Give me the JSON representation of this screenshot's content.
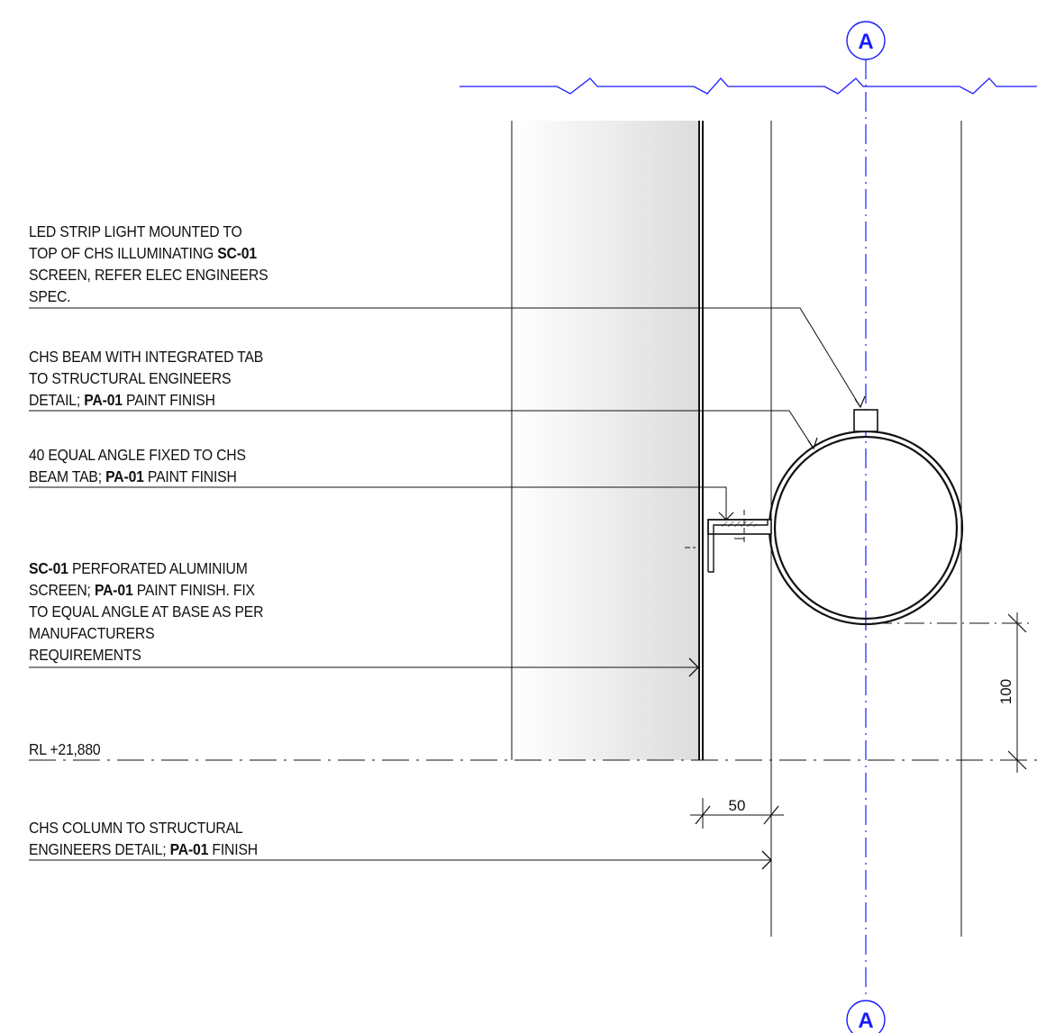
{
  "colors": {
    "grid_line": "#1a1aff",
    "ink": "#111111",
    "screen_shade": "#e4e4e4"
  },
  "grid": {
    "top_label": "A",
    "bottom_label": "A"
  },
  "notes": [
    {
      "id": "led-strip",
      "lines": [
        [
          {
            "t": "LED STRIP LIGHT MOUNTED TO"
          }
        ],
        [
          {
            "t": "TOP OF CHS ILLUMINATING "
          },
          {
            "t": "SC-01",
            "b": true
          }
        ],
        [
          {
            "t": "SCREEN, REFER ELEC ENGINEERS"
          }
        ],
        [
          {
            "t": "SPEC."
          }
        ]
      ]
    },
    {
      "id": "chs-beam",
      "lines": [
        [
          {
            "t": "CHS BEAM WITH INTEGRATED TAB"
          }
        ],
        [
          {
            "t": "TO STRUCTURAL ENGINEERS"
          }
        ],
        [
          {
            "t": "DETAIL; "
          },
          {
            "t": "PA-01",
            "b": true
          },
          {
            "t": " PAINT FINISH"
          }
        ]
      ]
    },
    {
      "id": "equal-angle",
      "lines": [
        [
          {
            "t": "40 EQUAL ANGLE FIXED TO CHS"
          }
        ],
        [
          {
            "t": "BEAM TAB; "
          },
          {
            "t": "PA-01",
            "b": true
          },
          {
            "t": " PAINT FINISH"
          }
        ]
      ]
    },
    {
      "id": "perforated-screen",
      "lines": [
        [
          {
            "t": "SC-01",
            "b": true
          },
          {
            "t": " PERFORATED ALUMINIUM"
          }
        ],
        [
          {
            "t": "SCREEN; "
          },
          {
            "t": "PA-01",
            "b": true
          },
          {
            "t": " PAINT FINISH. FIX"
          }
        ],
        [
          {
            "t": "TO EQUAL ANGLE AT BASE AS PER"
          }
        ],
        [
          {
            "t": "MANUFACTURERS"
          }
        ],
        [
          {
            "t": "REQUIREMENTS"
          }
        ]
      ]
    },
    {
      "id": "level",
      "lines": [
        [
          {
            "t": "RL +21,880"
          }
        ]
      ]
    },
    {
      "id": "chs-column",
      "lines": [
        [
          {
            "t": "CHS COLUMN TO STRUCTURAL"
          }
        ],
        [
          {
            "t": "ENGINEERS DETAIL; "
          },
          {
            "t": "PA-01",
            "b": true
          },
          {
            "t": " FINISH"
          }
        ]
      ]
    }
  ],
  "dimensions": {
    "horizontal": "50",
    "vertical": "100"
  }
}
